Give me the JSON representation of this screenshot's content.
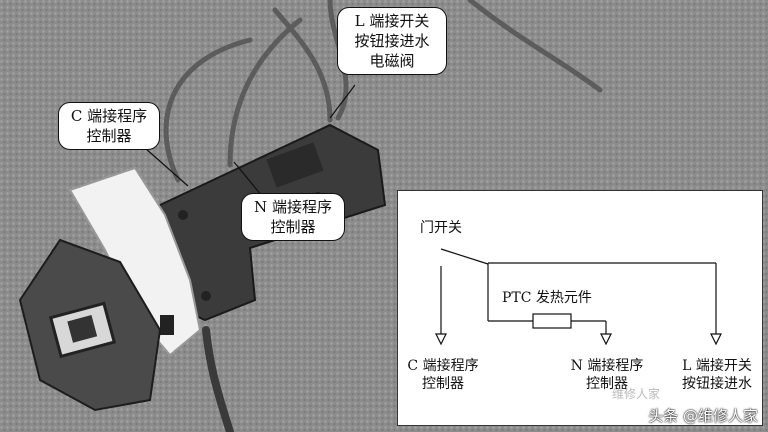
{
  "callouts": {
    "l_end": [
      "L 端接开关",
      "按钮接进水",
      "电磁阀"
    ],
    "c_end": [
      "C 端接程序",
      "控制器"
    ],
    "n_end": [
      "N 端接程序",
      "控制器"
    ]
  },
  "circuit": {
    "door_switch": "门开关",
    "ptc": "PTC 发热元件",
    "c_terminal": [
      "C 端接程序",
      "控制器"
    ],
    "n_terminal": [
      "N 端接程序",
      "控制器"
    ],
    "l_terminal": [
      "L 端接开关",
      "按钮接进水"
    ]
  },
  "watermark": {
    "text": "头条 @维修人家",
    "logo_text": "维修人家"
  },
  "colors": {
    "photo_background": "#8a8a8a",
    "line": "#111111"
  }
}
